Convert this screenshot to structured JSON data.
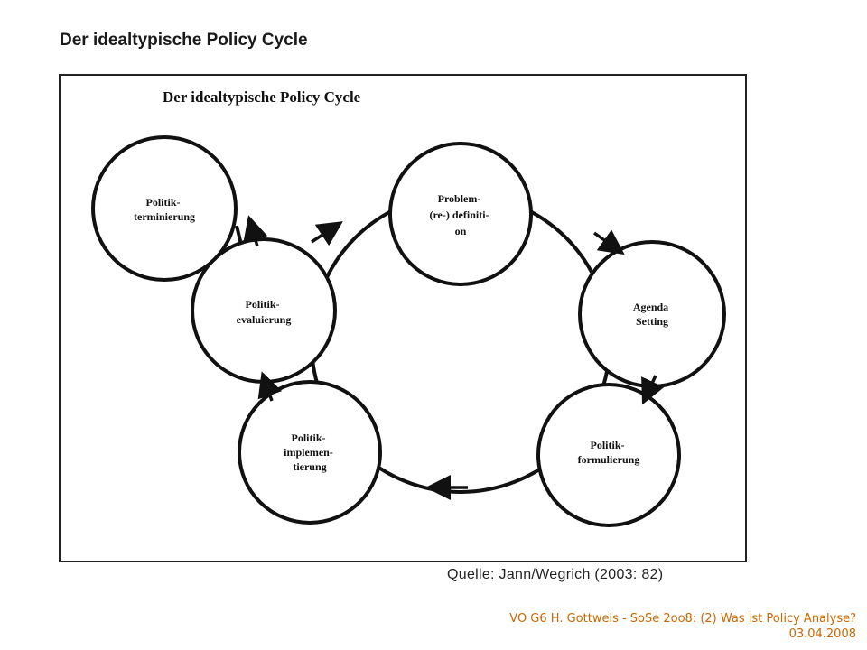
{
  "slide": {
    "title": "Der idealtypische Policy Cycle",
    "source": "Quelle: Jann/Wegrich (2003: 82)"
  },
  "diagram": {
    "title": "Der idealtypische Policy Cycle",
    "nodes": [
      {
        "id": "problem",
        "lines": [
          "Problem-",
          "(re-) definiti-",
          "on"
        ]
      },
      {
        "id": "agenda",
        "lines": [
          "Agenda",
          "Setting"
        ]
      },
      {
        "id": "formulierung",
        "lines": [
          "Politik-",
          "formulierung"
        ]
      },
      {
        "id": "implementierung",
        "lines": [
          "Politik-",
          "implemen-",
          "tierung"
        ]
      },
      {
        "id": "evaluierung",
        "lines": [
          "Politik-",
          "evaluierung"
        ]
      },
      {
        "id": "terminierung",
        "lines": [
          "Politik-",
          "terminierung"
        ]
      }
    ],
    "edges": [
      {
        "from": "problem",
        "to": "agenda"
      },
      {
        "from": "agenda",
        "to": "formulierung"
      },
      {
        "from": "formulierung",
        "to": "implementierung"
      },
      {
        "from": "implementierung",
        "to": "evaluierung"
      },
      {
        "from": "evaluierung",
        "to": "problem"
      },
      {
        "from": "evaluierung",
        "to": "terminierung"
      }
    ]
  },
  "footer": {
    "line1": "VO G6 H. Gottweis - SoSe 2oo8: (2) Was ist Policy Analyse?",
    "line2": "03.04.2008"
  }
}
